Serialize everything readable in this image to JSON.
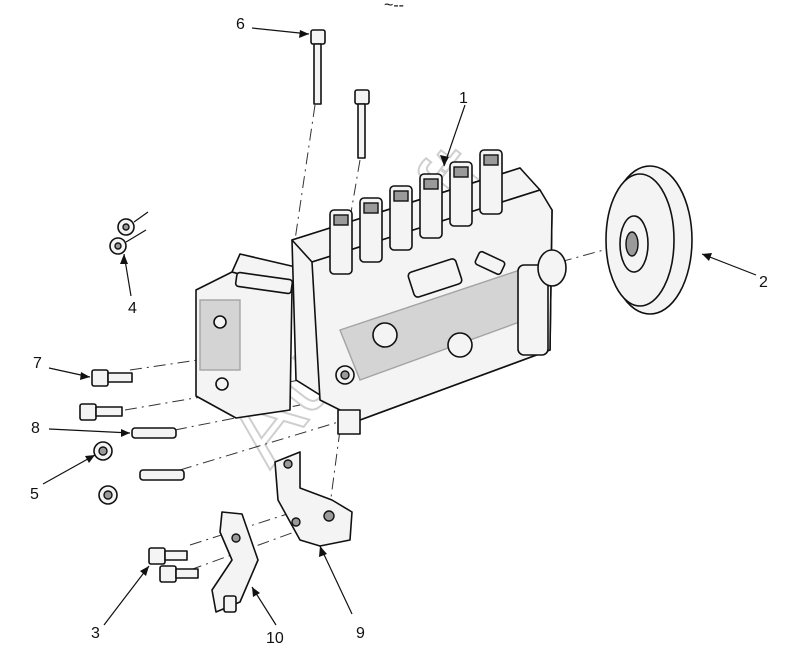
{
  "diagram": {
    "watermark": "AutoSoft",
    "header_mark": "~--",
    "callouts": [
      {
        "id": "c1",
        "label": "1"
      },
      {
        "id": "c2",
        "label": "2"
      },
      {
        "id": "c3",
        "label": "3"
      },
      {
        "id": "c4",
        "label": "4"
      },
      {
        "id": "c5",
        "label": "5"
      },
      {
        "id": "c6",
        "label": "6"
      },
      {
        "id": "c7",
        "label": "7"
      },
      {
        "id": "c8",
        "label": "8"
      },
      {
        "id": "c9",
        "label": "9"
      },
      {
        "id": "c10",
        "label": "10"
      }
    ]
  },
  "colors": {
    "line": "#111111",
    "fill": "#f4f4f4",
    "shadow": "#9a9a9a",
    "watermark": "#cfcfcf"
  }
}
